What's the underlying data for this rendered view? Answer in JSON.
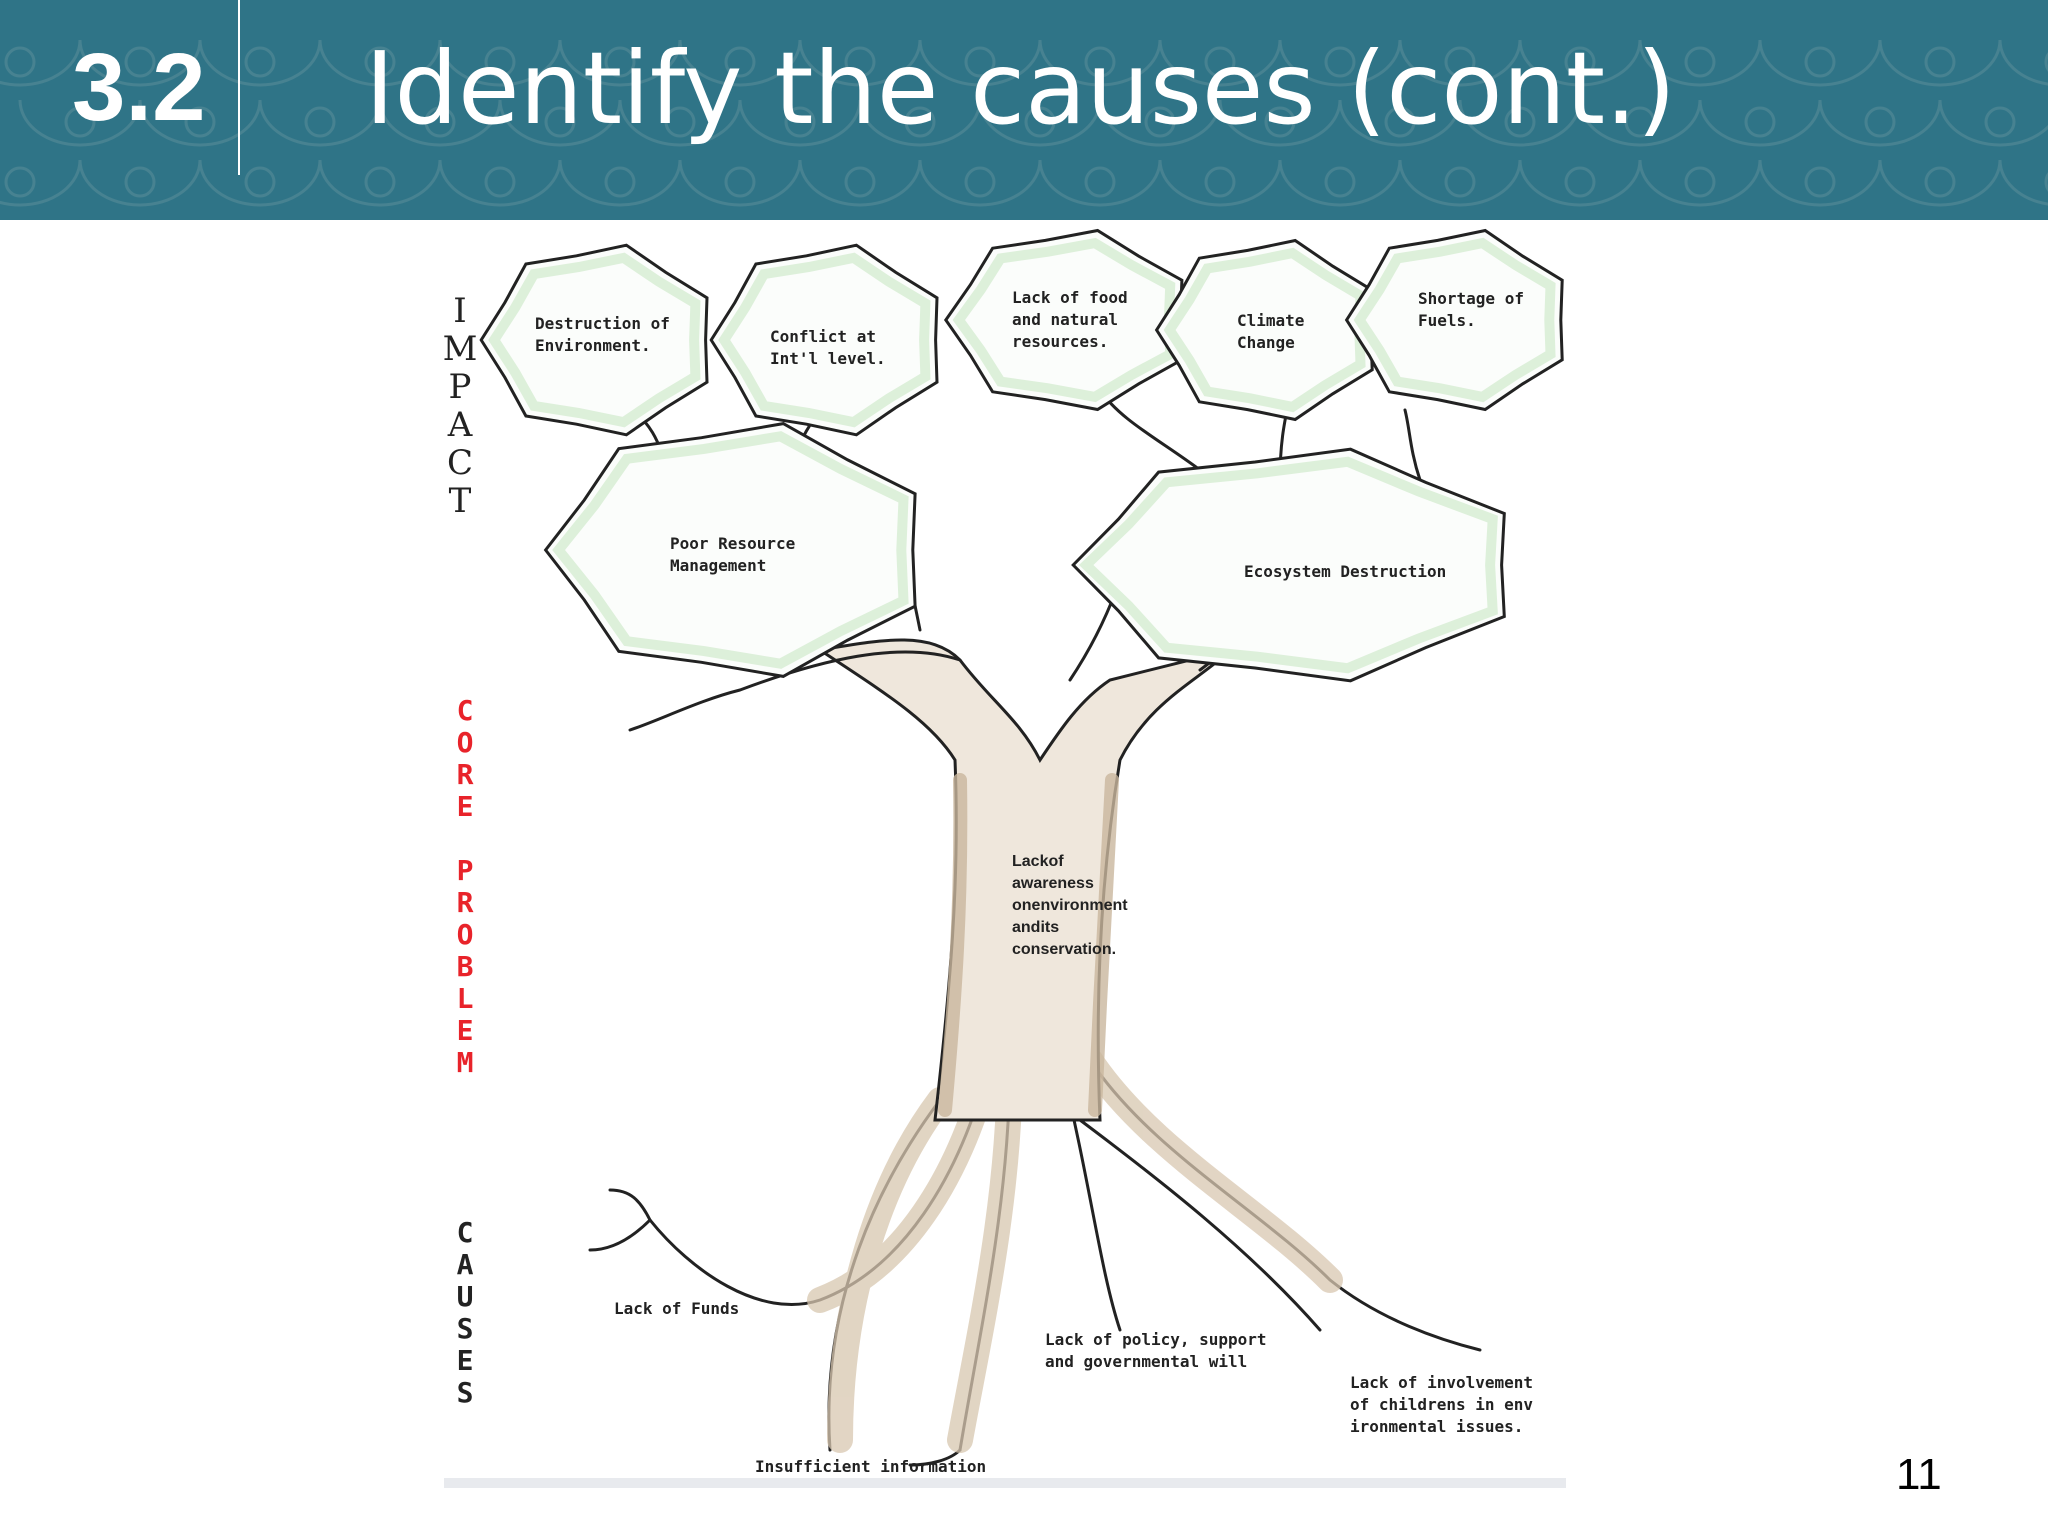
{
  "header": {
    "section_number": "3.2",
    "title": "Identify the causes (cont.)",
    "background_color": "#2f7487"
  },
  "side_labels": {
    "impact": "IMPACT",
    "core_problem": [
      "CORE",
      "PROBLEM"
    ],
    "causes": "CAUSES",
    "core_color": "#e8232a"
  },
  "tree": {
    "impacts_top": [
      [
        "Destruction of",
        "Environment."
      ],
      [
        "Conflict at",
        "Int'l level."
      ],
      [
        "Lack of food",
        "and natural",
        "resources."
      ],
      [
        "Climate",
        "Change"
      ],
      [
        "Shortage of",
        "Fuels."
      ]
    ],
    "impacts_lower": [
      [
        "Poor Resource",
        "Management"
      ],
      [
        "Ecosystem Destruction"
      ]
    ],
    "core_problem": [
      "Lackof",
      "awareness",
      "onenvironment",
      "andits",
      "conservation."
    ],
    "causes": [
      [
        "Lack of Funds"
      ],
      [
        "Lack of policy, support",
        "and governmental will"
      ],
      [
        "Lack of involvement",
        "of childrens in env",
        "ironmental issues."
      ],
      [
        "Insufficient information"
      ]
    ]
  },
  "page_number": "11"
}
